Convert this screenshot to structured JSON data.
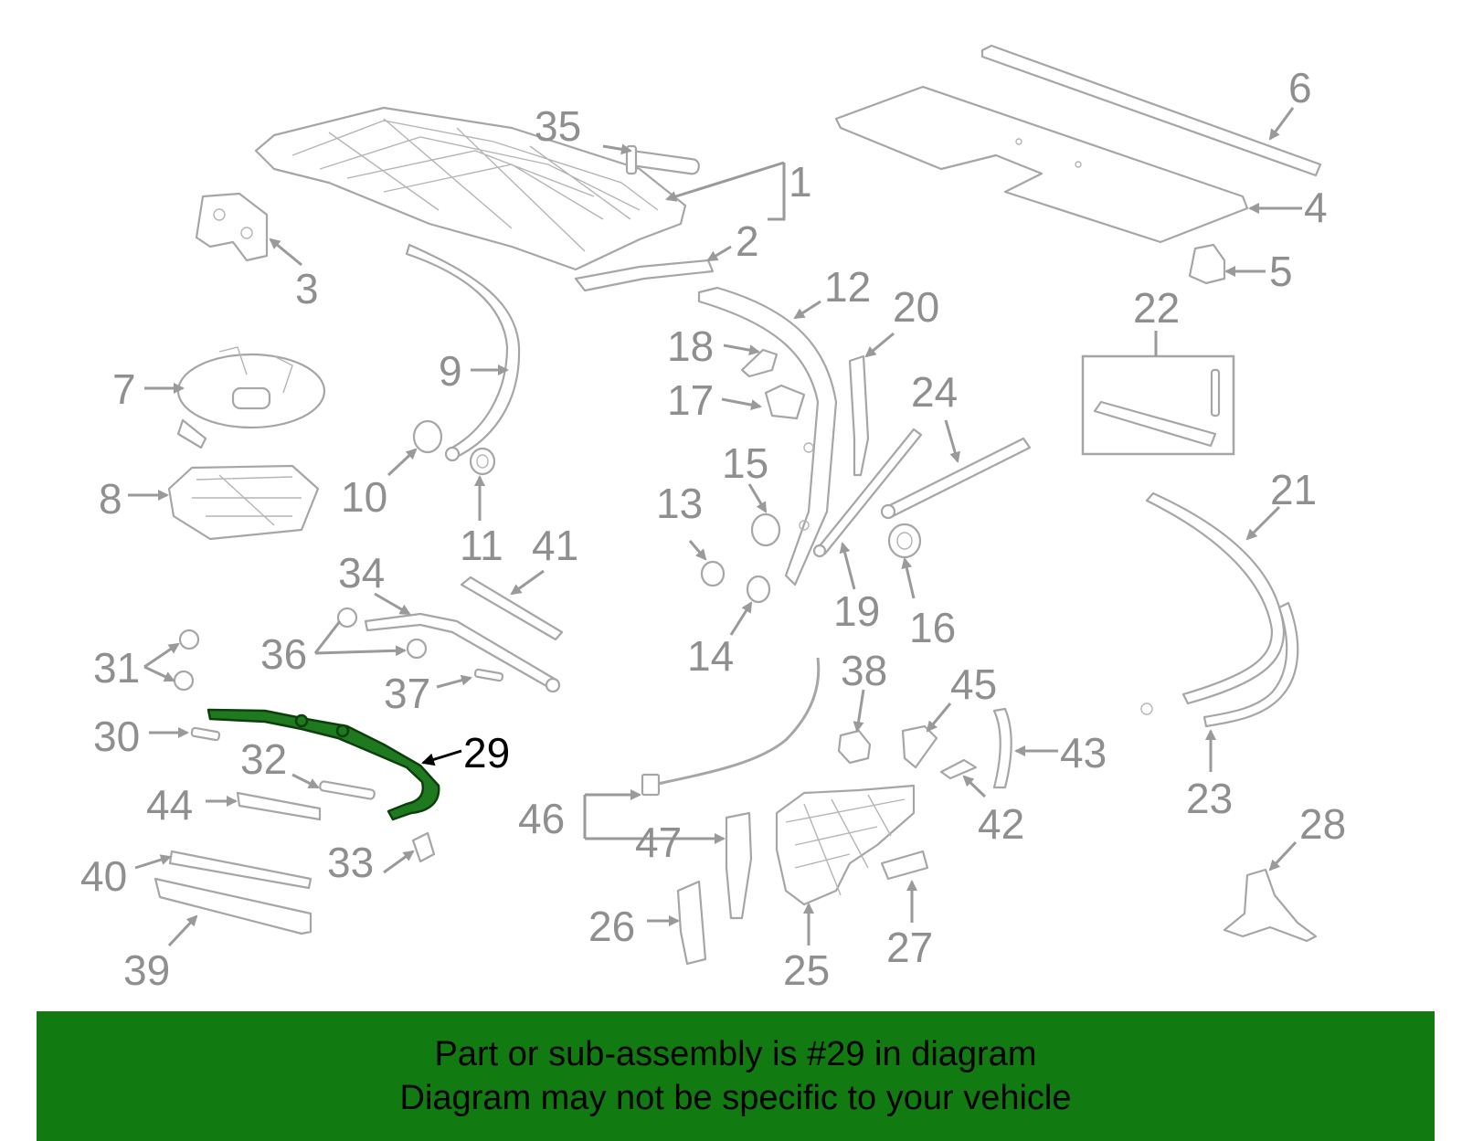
{
  "callouts": {
    "c1": "1",
    "c2": "2",
    "c3": "3",
    "c4": "4",
    "c5": "5",
    "c6": "6",
    "c7": "7",
    "c8": "8",
    "c9": "9",
    "c10": "10",
    "c11": "11",
    "c12": "12",
    "c13": "13",
    "c14": "14",
    "c15": "15",
    "c16": "16",
    "c17": "17",
    "c18": "18",
    "c19": "19",
    "c20": "20",
    "c21": "21",
    "c22": "22",
    "c23": "23",
    "c24": "24",
    "c25": "25",
    "c26": "26",
    "c27": "27",
    "c28": "28",
    "c29": "29",
    "c30": "30",
    "c31": "31",
    "c32": "32",
    "c33": "33",
    "c34": "34",
    "c35": "35",
    "c36": "36",
    "c37": "37",
    "c38": "38",
    "c39": "39",
    "c40": "40",
    "c41": "41",
    "c42": "42",
    "c43": "43",
    "c44": "44",
    "c45": "45",
    "c46": "46",
    "c47": "47"
  },
  "highlighted_part": "29",
  "colors": {
    "highlight": "#1f7a1f",
    "banner": "#117a11",
    "callout": "#8f8f8f",
    "part_stroke": "#a6a6a6"
  },
  "banner": {
    "line1": "Part or sub-assembly is #29 in diagram",
    "line2": "Diagram may not be specific to your vehicle"
  }
}
